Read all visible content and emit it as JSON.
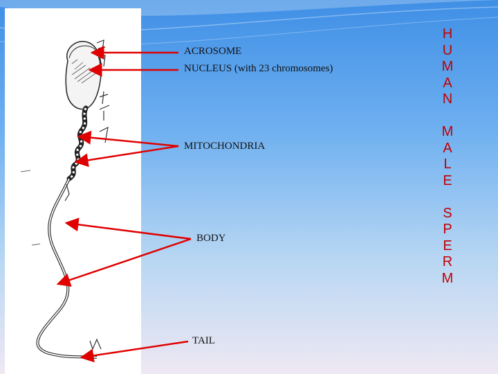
{
  "labels": {
    "acrosome": "ACROSOME",
    "nucleus": "NUCLEUS (with 23 chromosomes)",
    "mitochondria": "MITOCHONDRIA",
    "body": "BODY",
    "tail": "TAIL"
  },
  "title_letters": [
    "H",
    "U",
    "M",
    "A",
    "N",
    " ",
    "M",
    "A",
    "L",
    "E",
    " ",
    "S",
    "P",
    "E",
    "R",
    "M"
  ],
  "colors": {
    "arrow": "#e00000",
    "title": "#c00000"
  }
}
